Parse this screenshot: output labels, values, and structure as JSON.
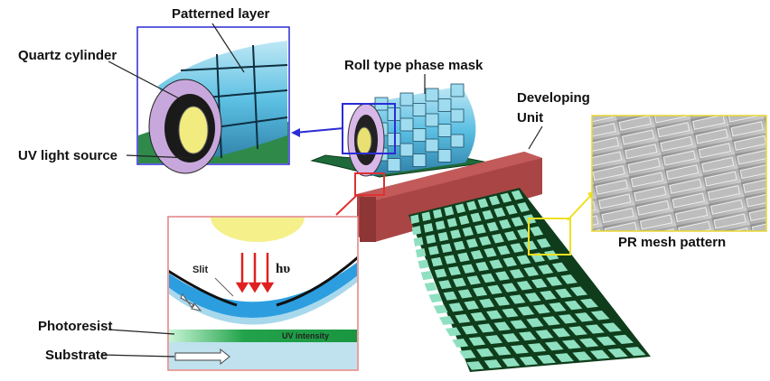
{
  "labels": {
    "patterned_layer": "Patterned layer",
    "quartz_cylinder": "Quartz cylinder",
    "uv_light_source": "UV light source",
    "roll_mask": "Roll type phase mask",
    "developing_1": "Developing",
    "developing_2": "Unit",
    "pr_mesh": "PR mesh pattern",
    "slit": "Slit",
    "hv": "hυ",
    "uv_intensity": "UV intensity",
    "photoresist": "Photoresist",
    "substrate": "Substrate"
  },
  "colors": {
    "inset_blue": "#2b2bd6",
    "inset_red": "#e03030",
    "inset_yellow": "#f0e020",
    "dev_unit": "#b04848",
    "mesh_fill": "#8fe0c0",
    "mesh_line": "#0f3d1c",
    "roll_tile": "#6cc6e6",
    "photoresist": "#22a24a",
    "substrate": "#bfe2ee"
  }
}
